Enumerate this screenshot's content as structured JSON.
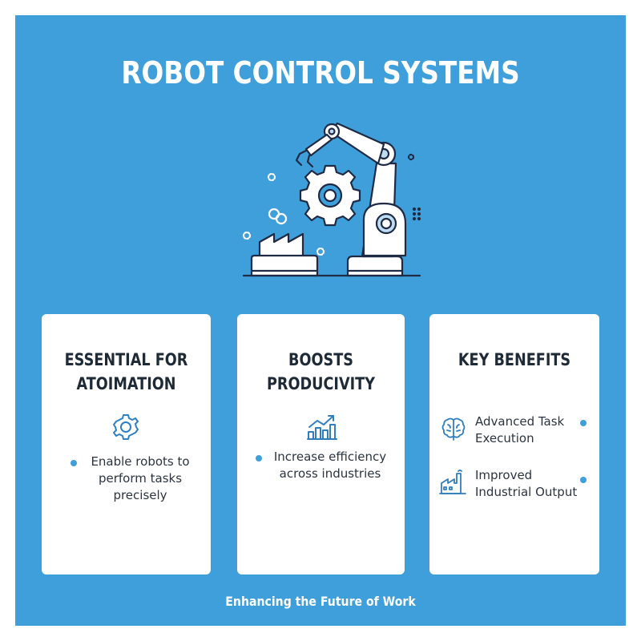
{
  "title": "ROBOT CONTROL SYSTEMS",
  "hero": {
    "icon": "robotic-arm-with-gear-and-factory-icon"
  },
  "cards": [
    {
      "title_line1": "ESSENTIAL FOR",
      "title_line2": "ATOIMATION",
      "icon": "gear-icon",
      "items": [
        {
          "line1": "Enable robots to",
          "line2": "perform tasks",
          "line3": "precisely"
        }
      ]
    },
    {
      "title_line1": "BOOSTS",
      "title_line2": "PRODUCIVITY",
      "icon": "bar-chart-trend-icon",
      "items": [
        {
          "line1": "Increase efficiency",
          "line2": "across industries"
        }
      ]
    },
    {
      "title_line1": "KEY BENEFITS",
      "items": [
        {
          "icon": "brain-icon",
          "line1": "Advanced Task",
          "line2": "Execution"
        },
        {
          "icon": "factory-icon",
          "line1": "Improved",
          "line2": "Industrial Output"
        }
      ]
    }
  ],
  "footer": "Enhancing the Future of Work",
  "colors": {
    "background": "#3f9fdb",
    "card": "#ffffff",
    "accent": "#3f9fdb",
    "text": "#1f2a37"
  }
}
